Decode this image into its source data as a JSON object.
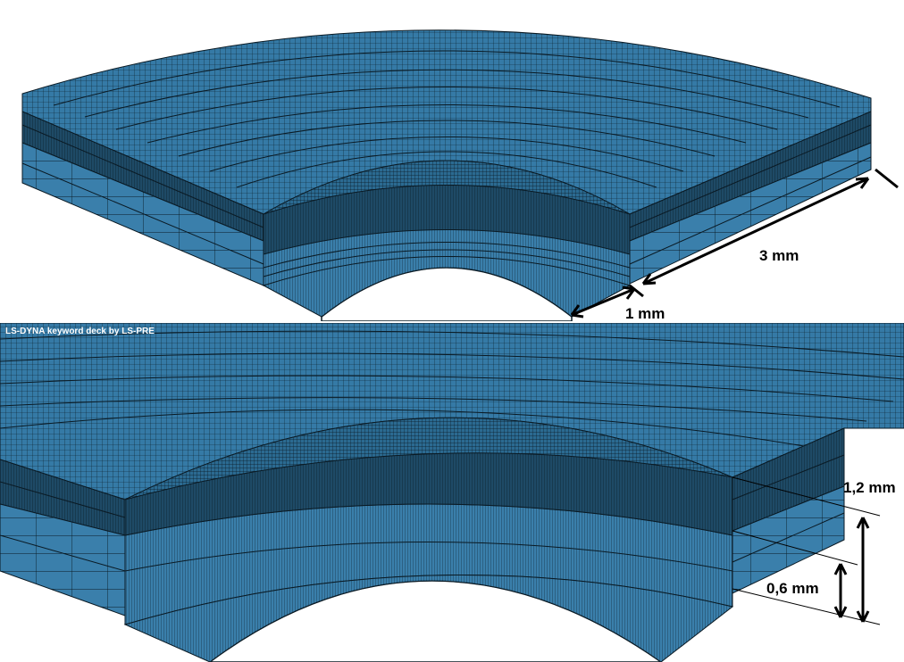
{
  "panels": {
    "top": {
      "dimensions": [
        {
          "label": "3 mm"
        },
        {
          "label": "1 mm"
        }
      ]
    },
    "bottom": {
      "header": "LS-DYNA keyword deck by LS-PRE",
      "dimensions": [
        {
          "label": "1,2 mm"
        },
        {
          "label": "0,6 mm"
        }
      ]
    }
  },
  "colors": {
    "mesh_fill": "#3a7fab",
    "mesh_light": "#4a92bf",
    "mesh_dark": "#1e4a66",
    "mesh_line": "#0a1a24",
    "background": "#ffffff"
  }
}
